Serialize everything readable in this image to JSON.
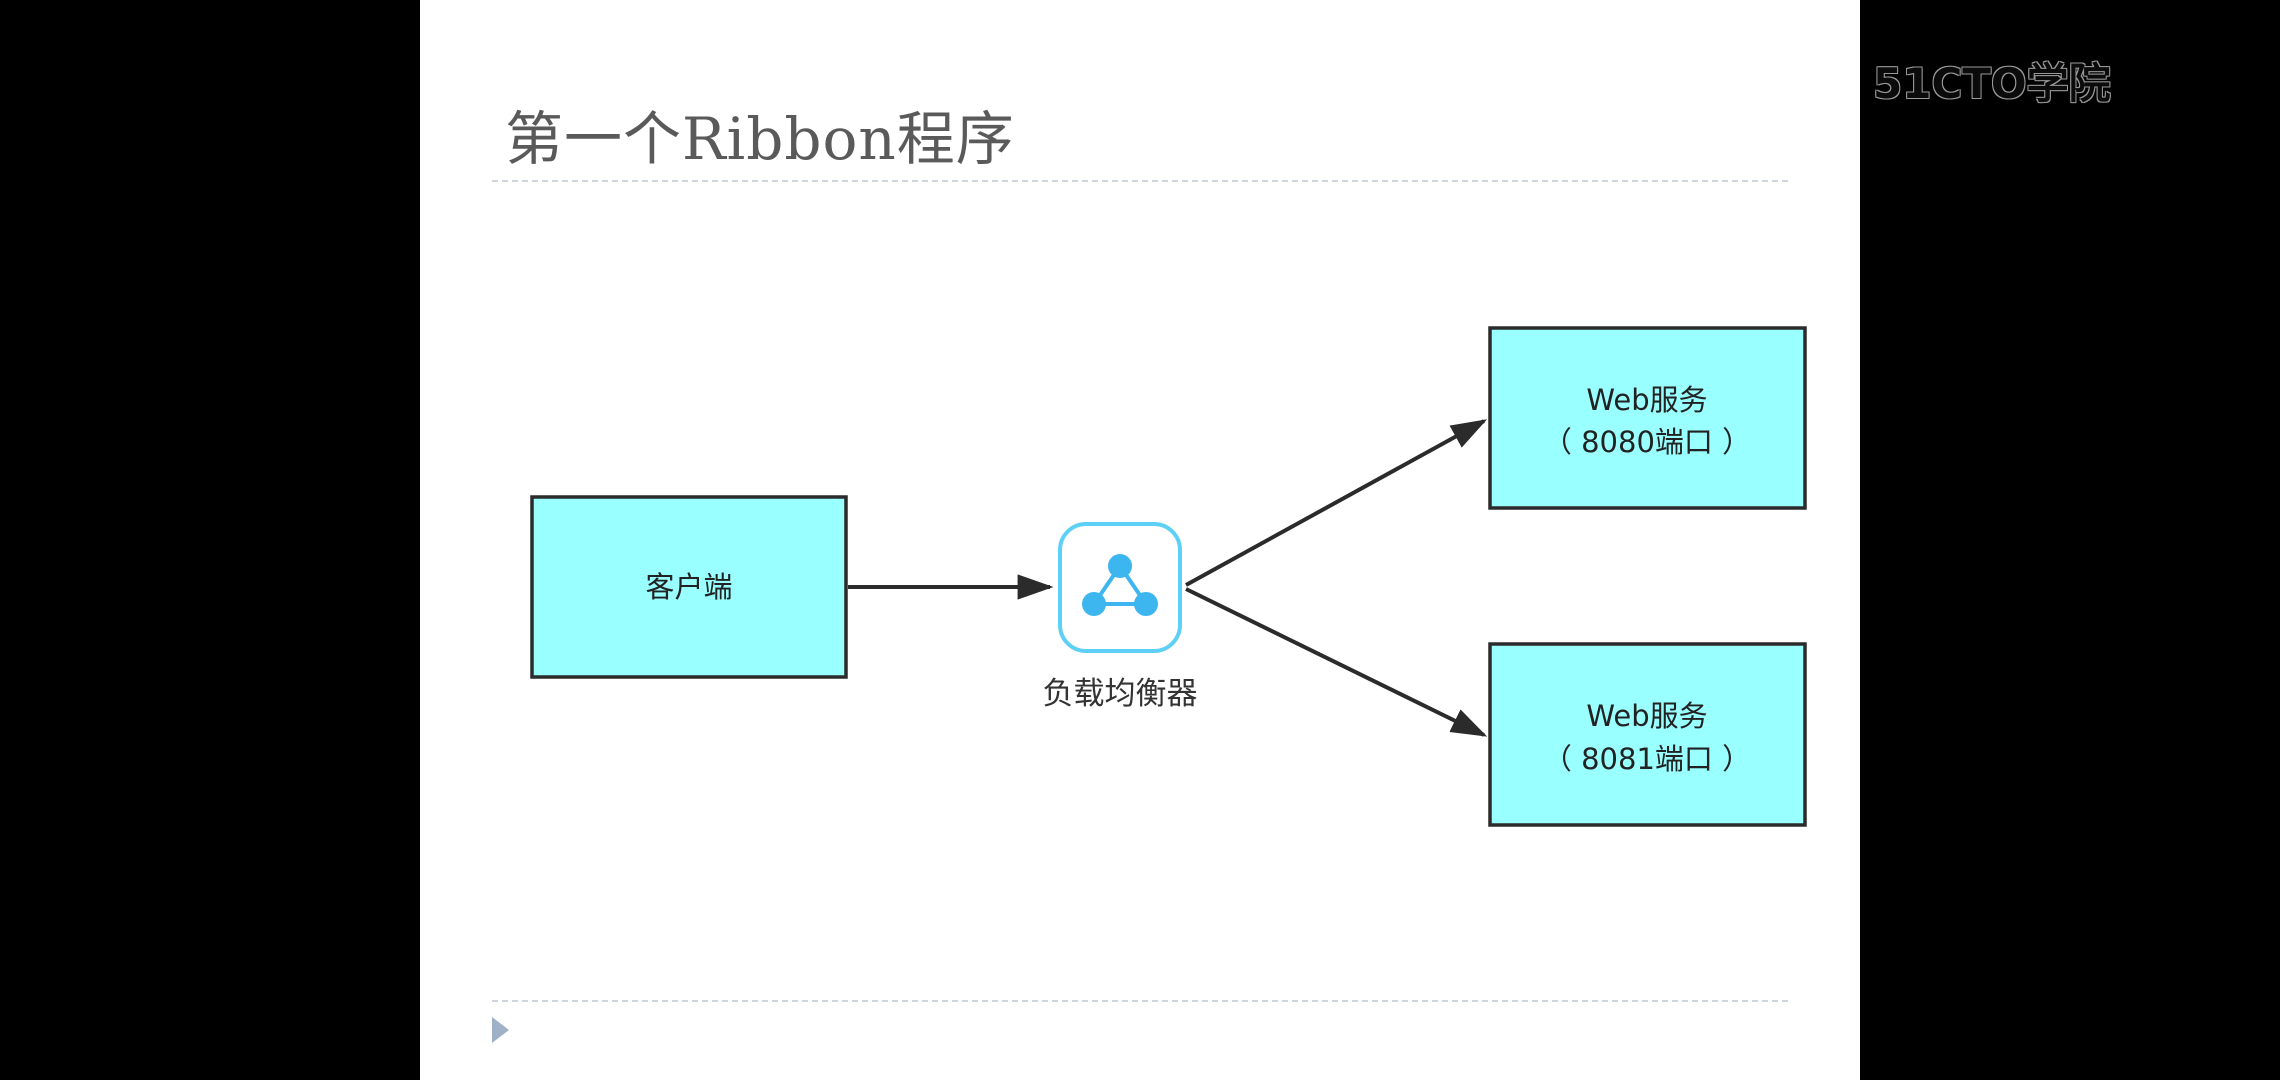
{
  "slide": {
    "title": "第一个Ribbon程序"
  },
  "diagram": {
    "client": {
      "label": "客户端"
    },
    "load_balancer": {
      "label": "负载均衡器"
    },
    "servers": [
      {
        "line1": "Web服务",
        "line2": "（ 8080端口 ）"
      },
      {
        "line1": "Web服务",
        "line2": "（ 8081端口 ）"
      }
    ]
  },
  "watermark": {
    "text": "51CTO学院"
  },
  "colors": {
    "box_fill": "#99ffff",
    "box_stroke": "#2b2b2b",
    "icon_accent": "#3db6ef",
    "arrow": "#2b2b2b"
  }
}
